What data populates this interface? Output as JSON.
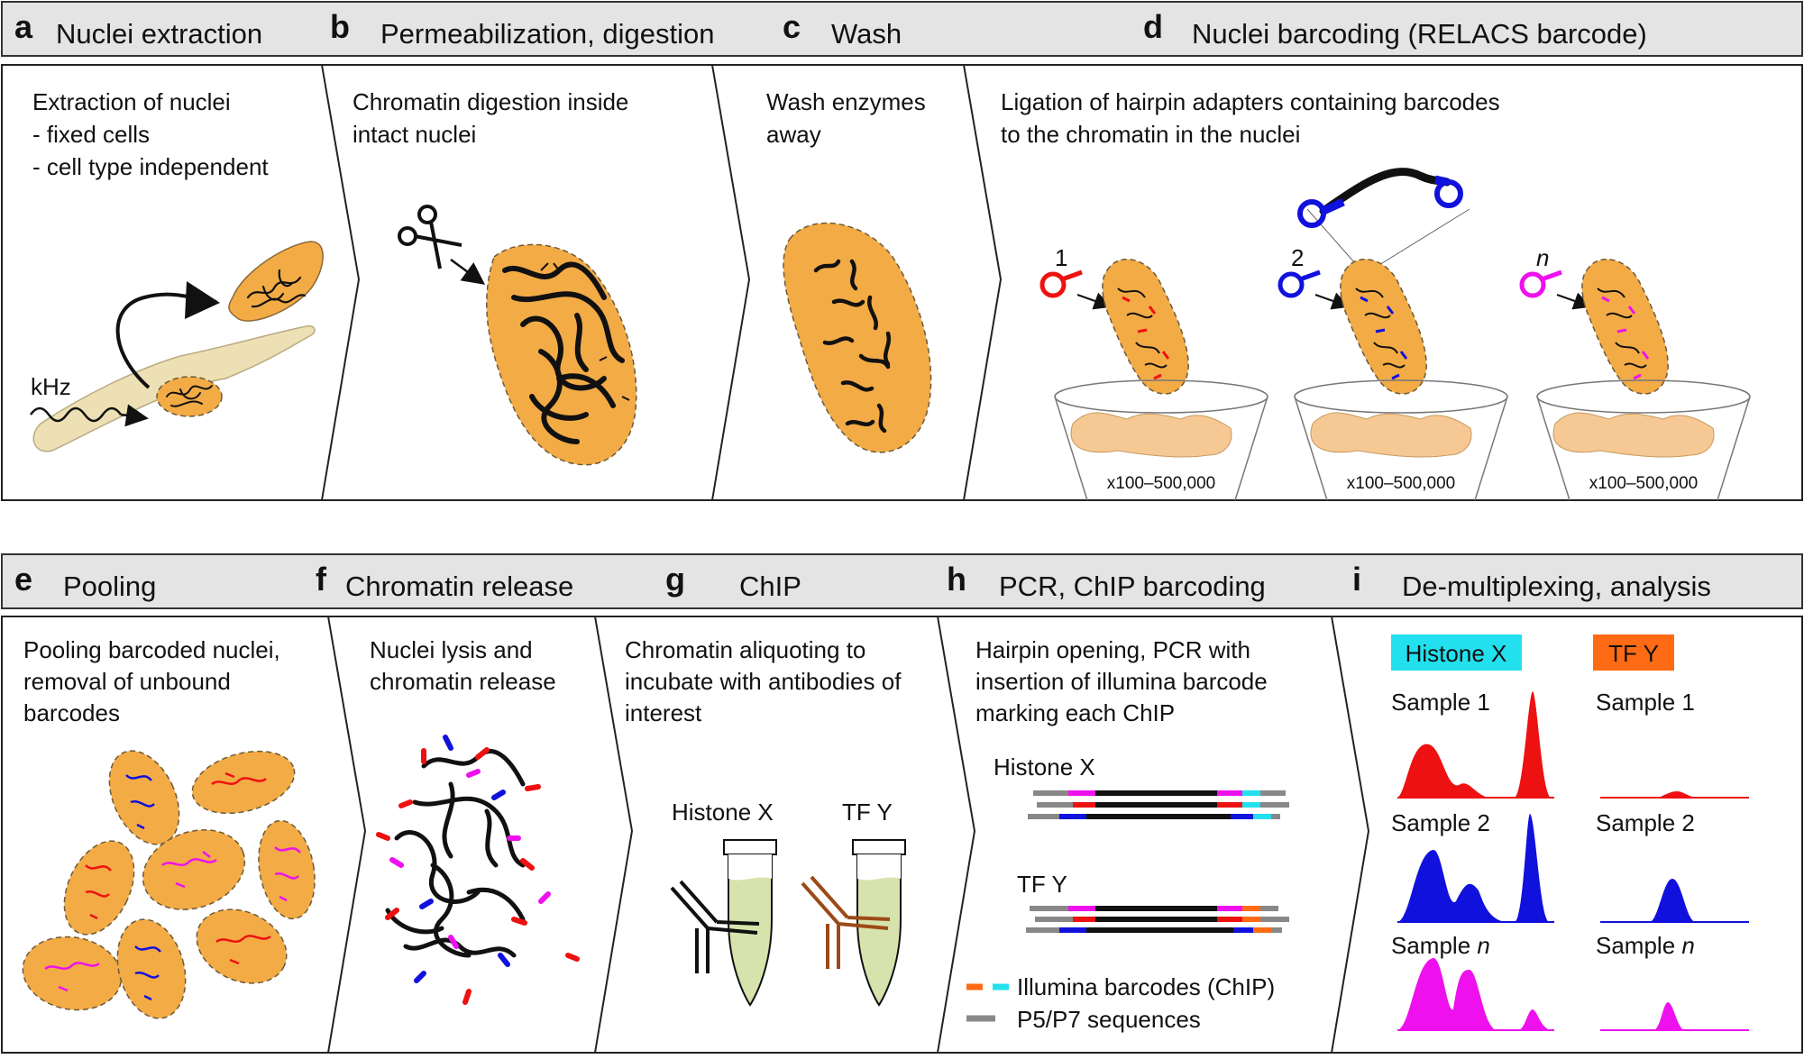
{
  "panels_top": [
    {
      "letter": "a",
      "title": "Nuclei extraction",
      "desc": [
        "Extraction of nuclei",
        "- fixed cells",
        "- cell type independent"
      ]
    },
    {
      "letter": "b",
      "title": "Permeabilization, digestion",
      "desc": [
        "Chromatin digestion inside",
        "intact nuclei"
      ]
    },
    {
      "letter": "c",
      "title": "Wash",
      "desc": [
        "Wash enzymes",
        "away"
      ]
    },
    {
      "letter": "d",
      "title": "Nuclei barcoding (RELACS barcode)",
      "desc": [
        "Ligation of hairpin adapters containing barcodes",
        "to the chromatin in the nuclei"
      ]
    }
  ],
  "panels_bottom": [
    {
      "letter": "e",
      "title": "Pooling",
      "desc": [
        "Pooling barcoded nuclei,",
        "removal of unbound",
        "barcodes"
      ]
    },
    {
      "letter": "f",
      "title": "Chromatin release",
      "desc": [
        "Nuclei lysis and",
        "chromatin release"
      ]
    },
    {
      "letter": "g",
      "title": "ChIP",
      "desc": [
        "Chromatin aliquoting to",
        "incubate with antibodies of",
        "interest"
      ]
    },
    {
      "letter": "h",
      "title": "PCR, ChIP barcoding",
      "desc": [
        "Hairpin opening, PCR with",
        "insertion of illumina barcode",
        "marking each ChIP"
      ]
    },
    {
      "letter": "i",
      "title": "De-multiplexing, analysis",
      "desc": []
    }
  ],
  "labels": {
    "khz": "kHz",
    "barcode_1": "1",
    "barcode_2": "2",
    "barcode_n": "n",
    "beaker_count": "x100–500,000",
    "histone_x": "Histone X",
    "tf_y": "TF Y",
    "illumina_legend": "Illumina barcodes (ChIP)",
    "p5p7_legend": "P5/P7 sequences",
    "sample_1": "Sample 1",
    "sample_2": "Sample 2",
    "sample_n_prefix": "Sample ",
    "sample_n_suffix": "n"
  },
  "colors": {
    "nucleus": "#f3ab46",
    "cell": "#ece0b4",
    "barcode_1": "#ee1111",
    "barcode_2": "#1111dd",
    "barcode_n": "#ee11ee",
    "histone_badge": "#22e0ee",
    "tf_badge": "#ff6a14",
    "tube_liquid": "#d6e3ad",
    "antibody_tf": "#9b4a18",
    "p5p7": "#888888"
  }
}
